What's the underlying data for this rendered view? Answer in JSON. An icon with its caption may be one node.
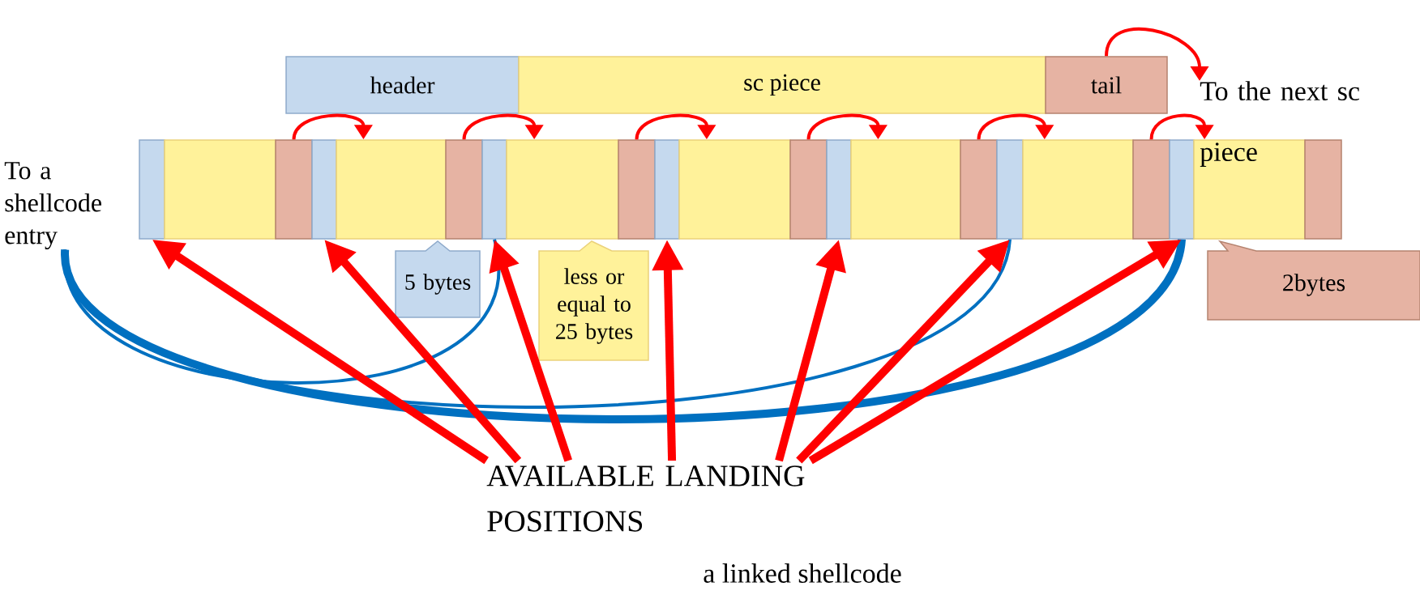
{
  "diagram": {
    "caption": "a linked shellcode",
    "nodes": [
      {
        "text": [
          "header"
        ]
      },
      {
        "text": [
          "sc piece"
        ]
      },
      {
        "text": [
          "tail"
        ]
      },
      {
        "text": [
          "To a shellcode entry"
        ]
      },
      {
        "text": [
          "To the next sc piece"
        ]
      },
      {
        "text": [],
        "shape": "box"
      },
      {
        "text": [],
        "shape": "box"
      },
      {
        "text": [],
        "shape": "box"
      },
      {
        "text": [],
        "shape": "box"
      },
      {
        "text": [],
        "shape": "box"
      },
      {
        "text": [],
        "shape": "box"
      },
      {
        "text": [],
        "shape": "box"
      },
      {
        "text": [],
        "shape": "box"
      },
      {
        "text": [],
        "shape": "box"
      },
      {
        "text": [],
        "shape": "box"
      },
      {
        "text": [],
        "shape": "box"
      },
      {
        "text": [],
        "shape": "box"
      },
      {
        "text": [],
        "shape": "box"
      },
      {
        "text": [],
        "shape": "box"
      },
      {
        "text": [],
        "shape": "box"
      },
      {
        "text": [],
        "shape": "box"
      },
      {
        "text": [],
        "shape": "box"
      },
      {
        "text": [],
        "shape": "box"
      },
      {
        "text": [],
        "shape": "box"
      },
      {
        "text": [],
        "shape": "box"
      },
      {
        "text": [],
        "shape": "box"
      },
      {
        "text": [
          "5 bytes"
        ]
      },
      {
        "text": [
          "less or equal to 25 bytes"
        ]
      },
      {
        "text": [
          "2bytes"
        ]
      },
      {
        "text": [
          "AVAILABLE LANDING POSITIONS"
        ]
      }
    ],
    "edges": [
      {
        "from": 7,
        "to": 9,
        "arrow": "to"
      },
      {
        "from": 10,
        "to": 12,
        "arrow": "to"
      },
      {
        "from": 13,
        "to": 15,
        "arrow": "to"
      },
      {
        "from": 16,
        "to": 18,
        "arrow": "to"
      },
      {
        "from": 19,
        "to": 21,
        "arrow": "to"
      },
      {
        "from": 22,
        "to": 24,
        "arrow": "to"
      },
      {
        "from": 2,
        "to": 4,
        "arrow": "to"
      },
      {
        "from": 11,
        "to": 3,
        "arrow": "none",
        "color": "#0070c0"
      },
      {
        "from": 20,
        "to": 3,
        "arrow": "none",
        "color": "#0070c0"
      },
      {
        "from": 23,
        "to": 3,
        "arrow": "none",
        "color": "#0070c0",
        "style": "thick"
      },
      {
        "from": 29,
        "to": 5,
        "arrow": "to",
        "style": "thick"
      },
      {
        "from": 29,
        "to": 8,
        "arrow": "to",
        "style": "thick"
      },
      {
        "from": 29,
        "to": 11,
        "arrow": "to",
        "style": "thick"
      },
      {
        "from": 29,
        "to": 14,
        "arrow": "to",
        "style": "thick"
      },
      {
        "from": 29,
        "to": 17,
        "arrow": "to",
        "style": "thick"
      },
      {
        "from": 29,
        "to": 20,
        "arrow": "to",
        "style": "thick"
      },
      {
        "from": 29,
        "to": 23,
        "arrow": "to",
        "style": "thick"
      }
    ]
  }
}
